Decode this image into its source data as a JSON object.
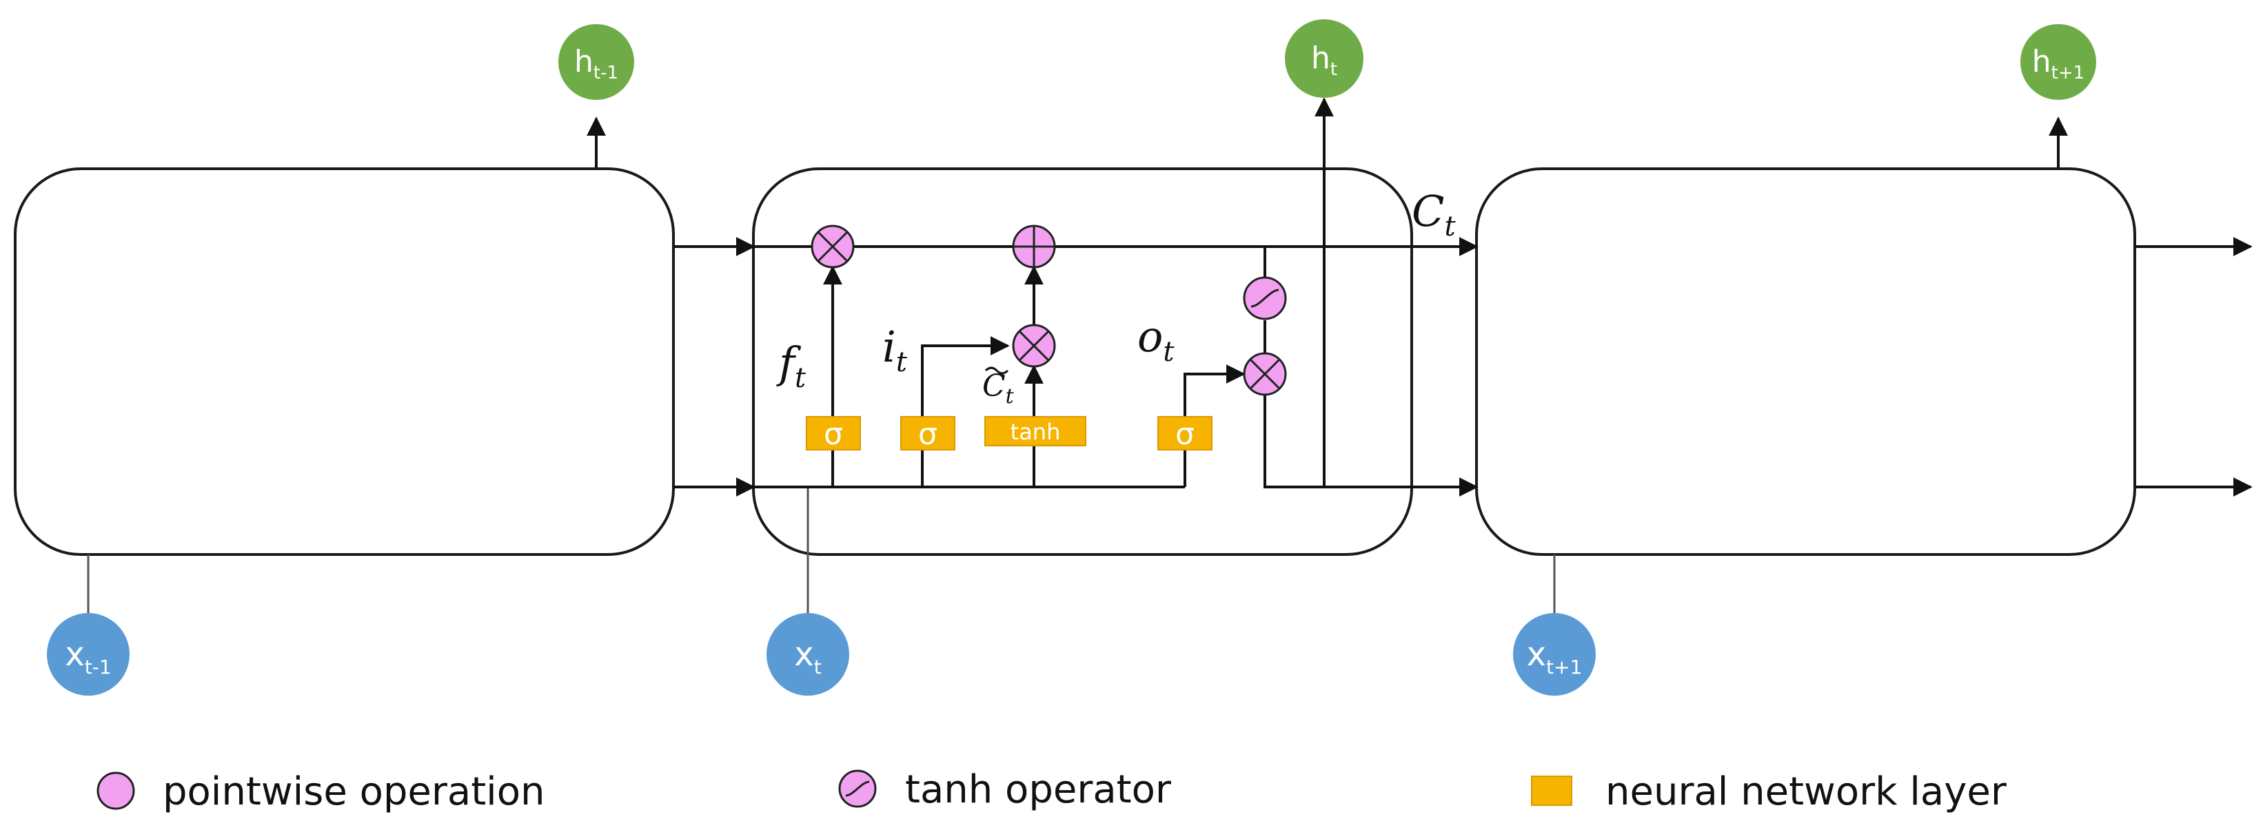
{
  "outputs": {
    "prev": {
      "base": "h",
      "sub": "t-1"
    },
    "curr": {
      "base": "h",
      "sub": "t"
    },
    "next": {
      "base": "h",
      "sub": "t+1"
    }
  },
  "inputs": {
    "prev": {
      "base": "x",
      "sub": "t-1"
    },
    "curr": {
      "base": "x",
      "sub": "t"
    },
    "next": {
      "base": "x",
      "sub": "t+1"
    }
  },
  "gate_labels": {
    "forget": {
      "base": "f",
      "sub": "t"
    },
    "input": {
      "base": "i",
      "sub": "t"
    },
    "candidate": {
      "base": "C",
      "sub": "t"
    },
    "output": {
      "base": "o",
      "sub": "t"
    },
    "cell_state": {
      "base": "C",
      "sub": "t"
    }
  },
  "layers": {
    "sigma": "σ",
    "tanh": "tanh"
  },
  "legend": {
    "pointwise": "pointwise operation",
    "tanh_operator": "tanh operator",
    "neural_layer": "neural network layer"
  },
  "colors": {
    "output_node": "#6fac47",
    "input_node": "#5b9bd5",
    "pointwise": "#f2a0f0",
    "layer": "#f6b400"
  }
}
